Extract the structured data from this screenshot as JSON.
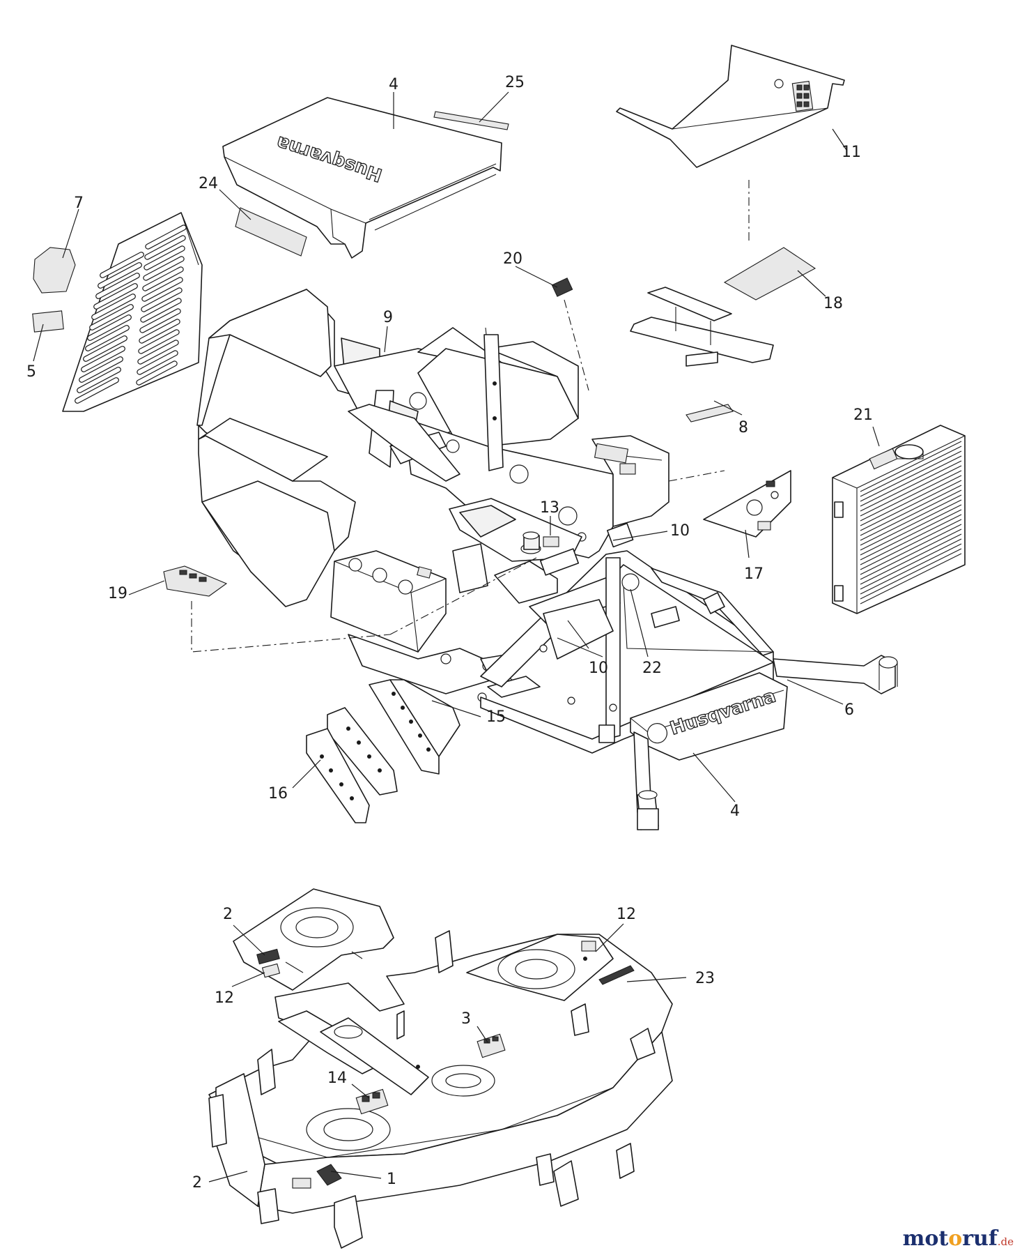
{
  "brand": {
    "logo_text": "Husqvarna"
  },
  "callouts": [
    {
      "id": "c-4-top",
      "label": "4"
    },
    {
      "id": "c-25",
      "label": "25"
    },
    {
      "id": "c-11",
      "label": "11"
    },
    {
      "id": "c-24",
      "label": "24"
    },
    {
      "id": "c-7",
      "label": "7"
    },
    {
      "id": "c-5",
      "label": "5"
    },
    {
      "id": "c-20",
      "label": "20"
    },
    {
      "id": "c-18",
      "label": "18"
    },
    {
      "id": "c-9",
      "label": "9"
    },
    {
      "id": "c-8",
      "label": "8"
    },
    {
      "id": "c-21",
      "label": "21"
    },
    {
      "id": "c-13",
      "label": "13"
    },
    {
      "id": "c-10-top",
      "label": "10"
    },
    {
      "id": "c-17",
      "label": "17"
    },
    {
      "id": "c-19",
      "label": "19"
    },
    {
      "id": "c-22",
      "label": "22"
    },
    {
      "id": "c-10-bottom",
      "label": "10"
    },
    {
      "id": "c-15",
      "label": "15"
    },
    {
      "id": "c-6",
      "label": "6"
    },
    {
      "id": "c-16",
      "label": "16"
    },
    {
      "id": "c-4-bottom",
      "label": "4"
    },
    {
      "id": "c-2-top",
      "label": "2"
    },
    {
      "id": "c-12-left",
      "label": "12"
    },
    {
      "id": "c-12-right",
      "label": "12"
    },
    {
      "id": "c-23",
      "label": "23"
    },
    {
      "id": "c-3",
      "label": "3"
    },
    {
      "id": "c-14",
      "label": "14"
    },
    {
      "id": "c-2-bottom",
      "label": "2"
    },
    {
      "id": "c-1",
      "label": "1"
    }
  ],
  "watermark": {
    "name_start": "mot",
    "name_o": "o",
    "name_end": "ruf",
    "tld": ".de"
  }
}
